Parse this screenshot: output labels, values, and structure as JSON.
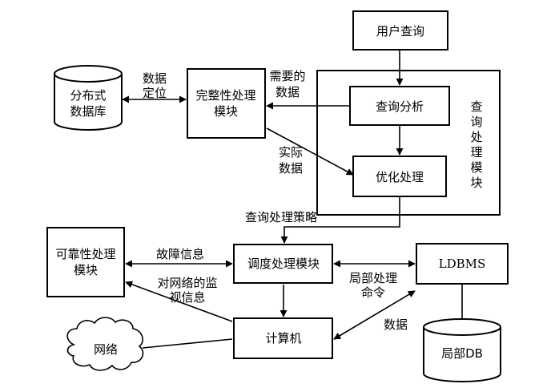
{
  "nodes": {
    "user_query": "用户查询",
    "query_analysis": "查询分析",
    "optimization": "优化处理",
    "integrity_module": [
      "完整性处理",
      "模块"
    ],
    "distributed_db": [
      "分布式",
      "数据库"
    ],
    "query_module_label": [
      "查",
      "询",
      "处",
      "理",
      "模",
      "块"
    ],
    "reliability_module": [
      "可靠性处理",
      "模块"
    ],
    "scheduler_module": "调度处理模块",
    "ldbms": "LDBMS",
    "computer": "计算机",
    "network": "网络",
    "local_db": "局部DB"
  },
  "labels": {
    "data_location": [
      "数据",
      "定位"
    ],
    "needed_data": [
      "需要的",
      "数据"
    ],
    "actual_data": [
      "实际",
      "数据"
    ],
    "query_strategy": "查询处理策略",
    "fault_info": "故障信息",
    "monitor_info": [
      "对网络的监",
      "视信息"
    ],
    "local_command": [
      "局部处理",
      "命令"
    ],
    "data": "数据"
  }
}
